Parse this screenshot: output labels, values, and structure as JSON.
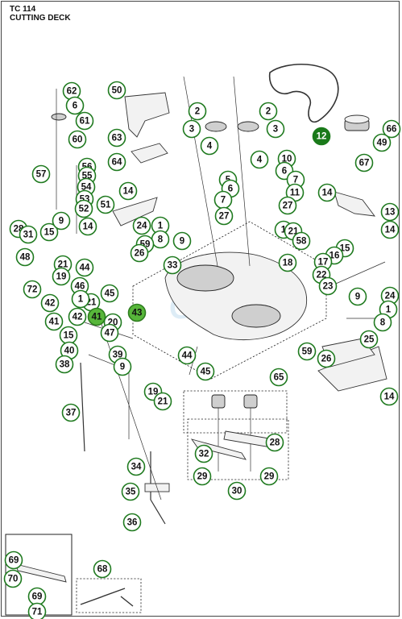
{
  "header": {
    "model": "TC 114",
    "section": "CUTTING DECK"
  },
  "watermark": {
    "text": "GARDIT",
    "color": "#9fc9e6"
  },
  "colors": {
    "callout_stroke": "#1f7a1f",
    "callout_filled": "#1a7a1a",
    "callout_accent": "#57b63a"
  },
  "callouts": [
    {
      "label": "62"
    },
    {
      "label": "6"
    },
    {
      "label": "61"
    },
    {
      "label": "60"
    },
    {
      "label": "50"
    },
    {
      "label": "2"
    },
    {
      "label": "3"
    },
    {
      "label": "2"
    },
    {
      "label": "3"
    },
    {
      "label": "12",
      "style": "filled"
    },
    {
      "label": "66"
    },
    {
      "label": "49"
    },
    {
      "label": "67"
    },
    {
      "label": "63"
    },
    {
      "label": "64"
    },
    {
      "label": "4"
    },
    {
      "label": "4"
    },
    {
      "label": "10"
    },
    {
      "label": "6"
    },
    {
      "label": "7"
    },
    {
      "label": "11"
    },
    {
      "label": "27"
    },
    {
      "label": "57"
    },
    {
      "label": "56"
    },
    {
      "label": "55"
    },
    {
      "label": "54"
    },
    {
      "label": "53"
    },
    {
      "label": "52"
    },
    {
      "label": "51"
    },
    {
      "label": "14"
    },
    {
      "label": "14"
    },
    {
      "label": "5"
    },
    {
      "label": "6"
    },
    {
      "label": "7"
    },
    {
      "label": "27"
    },
    {
      "label": "14"
    },
    {
      "label": "13"
    },
    {
      "label": "14"
    },
    {
      "label": "28"
    },
    {
      "label": "31"
    },
    {
      "label": "15"
    },
    {
      "label": "9"
    },
    {
      "label": "24"
    },
    {
      "label": "1"
    },
    {
      "label": "8"
    },
    {
      "label": "59"
    },
    {
      "label": "26"
    },
    {
      "label": "9"
    },
    {
      "label": "1"
    },
    {
      "label": "21"
    },
    {
      "label": "58"
    },
    {
      "label": "15"
    },
    {
      "label": "16"
    },
    {
      "label": "17"
    },
    {
      "label": "48"
    },
    {
      "label": "21"
    },
    {
      "label": "19"
    },
    {
      "label": "44"
    },
    {
      "label": "33"
    },
    {
      "label": "18"
    },
    {
      "label": "22"
    },
    {
      "label": "23"
    },
    {
      "label": "72"
    },
    {
      "label": "46"
    },
    {
      "label": "45"
    },
    {
      "label": "42"
    },
    {
      "label": "21"
    },
    {
      "label": "1"
    },
    {
      "label": "43",
      "style": "accent"
    },
    {
      "label": "41"
    },
    {
      "label": "42"
    },
    {
      "label": "41",
      "style": "accent"
    },
    {
      "label": "20"
    },
    {
      "label": "47"
    },
    {
      "label": "15"
    },
    {
      "label": "40"
    },
    {
      "label": "38"
    },
    {
      "label": "9"
    },
    {
      "label": "39"
    },
    {
      "label": "9"
    },
    {
      "label": "24"
    },
    {
      "label": "1"
    },
    {
      "label": "8"
    },
    {
      "label": "25"
    },
    {
      "label": "44"
    },
    {
      "label": "45"
    },
    {
      "label": "59"
    },
    {
      "label": "26"
    },
    {
      "label": "65"
    },
    {
      "label": "19"
    },
    {
      "label": "21"
    },
    {
      "label": "37"
    },
    {
      "label": "14"
    },
    {
      "label": "28"
    },
    {
      "label": "32"
    },
    {
      "label": "29"
    },
    {
      "label": "30"
    },
    {
      "label": "29"
    },
    {
      "label": "34"
    },
    {
      "label": "35"
    },
    {
      "label": "36"
    },
    {
      "label": "69"
    },
    {
      "label": "70"
    },
    {
      "label": "68"
    },
    {
      "label": "69"
    },
    {
      "label": "71"
    }
  ]
}
